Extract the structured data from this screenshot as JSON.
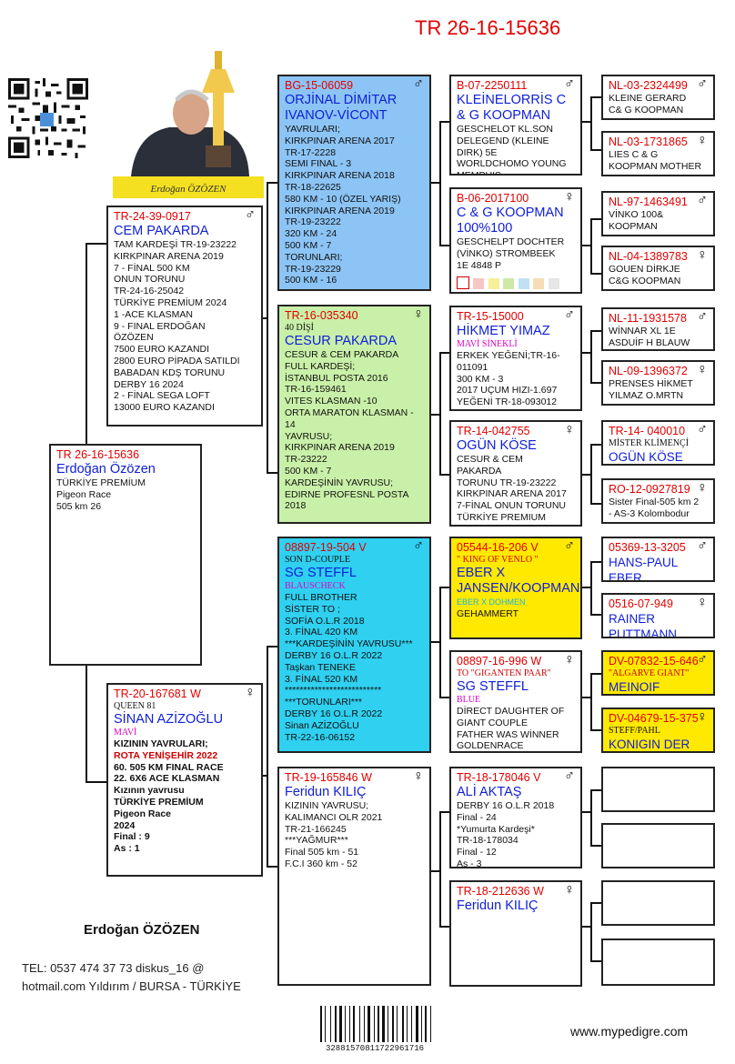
{
  "header": {
    "ring": "TR 26-16-15636"
  },
  "breeder": {
    "name": "Erdoğan ÖZÖZEN",
    "photo_caption": "Erdoğan ÖZÖZEN",
    "contact": [
      "TEL: 0537 474 37 73 diskus_16 @",
      "hotmail.com Yıldırım / BURSA - TÜRKİYE"
    ],
    "website": "www.mypedigre.com",
    "barcode": "32881570811722961716"
  },
  "colors": {
    "ring_red": "#e30000",
    "name_blue": "#1020d8",
    "sire_blue_bg": "#8cc4f5",
    "dam_green_bg": "#c9f0a8",
    "cyan_bg": "#2fd0f0",
    "yellow_bg": "#ffe900"
  },
  "icons": {
    "male": "male-symbol",
    "female": "female-symbol"
  },
  "subject": {
    "ring": "TR 26-16-15636",
    "name": "Erdoğan Özözen",
    "details": "TÜRKİYE PREMİUM\n    Pigeon Race\n    505 km     26"
  },
  "sire": {
    "ring": "TR-24-39-0917",
    "sex": "♂",
    "name": "CEM PAKARDA",
    "details": "TAM KARDEŞİ TR-19-23222\nKIRKPINAR ARENA 2019\n7 - FİNAL 500 KM\nONUN TORUNU\nTR-24-16-25042\nTÜRKİYE PREMİUM 2024\n1 -ACE KLASMAN\n9 - FINAL ERDOĞAN\nÖZÖZEN\n7500 EURO KAZANDI\n2800 EURO PİPADA SATILDI\nBABADAN KDŞ TORUNU\nDERBY 16 2024\n2 - FİNAL SEGA LOFT\n13000 EURO KAZANDI"
  },
  "dam": {
    "ring": "TR-20-167681 W",
    "sex": "♀",
    "strain": "QUEEN 81",
    "name": "SİNAN AZİZOĞLU",
    "color": "MAVİ",
    "line1": "KIZININ YAVRULARI;",
    "line2": "ROTA YENİŞEHİR 2022",
    "details": "60.   505 KM FINAL RACE\n22.   6X6 ACE KLASMAN\nKızının yavrusu\nTÜRKİYE PREMİUM\n    Pigeon Race\n        2024\nFinal :   9\nAs :      1"
  },
  "ss": {
    "ring": "BG-15-06059",
    "sex": "♂",
    "name": "ORJİNAL DİMİTAR IVANOV-VİCONT",
    "details": "YAVRULARI;\nKIRKPINAR ARENA 2017\nTR-17-2228\nSEMI FINAL - 3\nKIRKPINAR ARENA 2018\nTR-18-22625\n580 KM  - 10 (ÖZEL YARIŞ)\nKIRKPINAR ARENA 2019\nTR-19-23222\n320 KM  - 24\n500 KM  -  7\nTORUNLARI;\nTR-19-23229\n500 KM  - 16"
  },
  "sd": {
    "ring": "TR-16-035340",
    "sex": "♀",
    "strain": "40 DİŞİ",
    "name": "CESUR PAKARDA",
    "details": "CESUR & CEM PAKARDA\nFULL KARDEŞİ;\nİSTANBUL POSTA 2016\nTR-16-159461\nVITES KLASMAN -10\nORTA MARATON KLASMAN -\n14\nYAVRUSU;\nKIRKPINAR ARENA 2019\nTR-23222\n500 KM   - 7\nKARDEŞİNİN  YAVRUSU;\nEDIRNE PROFESNL POSTA\n2018"
  },
  "ds": {
    "ring": "08897-19-504 V",
    "sex": "♂",
    "strain": "SON D-COUPLE",
    "name": "SG STEFFL",
    "color": "BLAUSCHECK",
    "details": "FULL BROTHER\nSİSTER TO ;\nSOFİA O.L.R  2018\n3. FİNAL  420 KM\n***KARDEŞİNİN YAVRUSU***\nDERBY 16 O.L.R 2022\nTaşkan TENEKE\n3. FİNAL 520 KM\n**************************\n***TORUNLARI***\nDERBY 16 O.L.R 2022\nSinan AZİZOĞLU\nTR-22-16-06152"
  },
  "dd": {
    "ring": "TR-19-165846 W",
    "sex": "♀",
    "name": "Feridun KILIÇ",
    "details": "KIZININ YAVRUSU;\nKALIMANCI OLR 2021\nTR-21-166245\n***YAĞMUR***\nFinal 505 km - 51\nF.C.I 360 km - 52"
  },
  "g3": [
    {
      "ring": "B-07-2250111",
      "sex": "♂",
      "name": "KLEİNELORRİS C & G KOOPMAN",
      "details": "GESCHELOT KL.SON\nDELEGEND (KLEINE\nDIRK) 5E\nWORLDCHOMO YOUNG\nMEMPHIS"
    },
    {
      "ring": "B-06-2017100",
      "sex": "♀",
      "name": "C & G KOOPMAN 100%100",
      "details": "GESCHELPT DOCHTER\n(VİNKO) STROMBEEK\n1E 4848 P\n"
    },
    {
      "ring": "TR-15-15000",
      "sex": "♂",
      "name": "HİKMET YIMAZ",
      "color": "MAVİ SİNEKLİ",
      "details": "ERKEK YEĞENİ;TR-16-\n011091\n300 KM  - 3\n2017 UÇUM HIZI-1.697\nYEĞENİ TR-18-093012"
    },
    {
      "ring": "TR-14-042755",
      "sex": "♀",
      "name": "OGÜN KÖSE",
      "details": "CESUR & CEM\nPAKARDA\nTORUNU TR-19-23222\nKIRKPINAR ARENA 2017\n7-FİNAL ONUN TORUNU\nTÜRKİYE PREMIUM"
    },
    {
      "ring": "05544-16-206 V",
      "sex": "♂",
      "strain": "\" KING OF VENLO \"",
      "name": "EBER X JANSEN/KOOPMAN",
      "color": "EBER X DOHMEN",
      "details": "GEHAMMERT"
    },
    {
      "ring": "08897-16-996 W",
      "sex": "♀",
      "strain": "TO \"GIGANTEN PAAR\"",
      "name": "SG STEFFL",
      "color": "BLUE",
      "details": "DİRECT DAUGHTER OF\nGIANT COUPLE\nFATHER WAS WİNNER\nGOLDENRACE"
    },
    {
      "ring": "TR-18-178046 V",
      "sex": "♂",
      "name": "ALİ AKTAŞ",
      "details": "DERBY 16 O.L.R 2018\nFinal - 24\n*Yumurta Kardeşi*\nTR-18-178034\nFinal - 12\nAs - 3"
    },
    {
      "ring": "TR-18-212636 W",
      "sex": "♀",
      "name": "Feridun KILIÇ",
      "details": ""
    }
  ],
  "g4": [
    {
      "ring": "NL-03-2324499",
      "sex": "♂",
      "name": "",
      "details": "KLEINE GERARD\nC& G KOOPMAN"
    },
    {
      "ring": "NL-03-1731865",
      "sex": "♀",
      "name": "",
      "details": "LIES C & G\nKOOPMAN MOTHER"
    },
    {
      "ring": "NL-97-1463491",
      "sex": "♂",
      "name": "",
      "details": "VİNKO 100&\nKOOPMAN"
    },
    {
      "ring": "NL-04-1389783",
      "sex": "♀",
      "name": "",
      "details": "GOUEN DİRKJE\nC&G KOOPMAN"
    },
    {
      "ring": "NL-11-1931578",
      "sex": "♂",
      "name": "",
      "details": "WİNNAR XL 1E\nASDUİF H BLAUW"
    },
    {
      "ring": "NL-09-1396372",
      "sex": "♀",
      "name": "",
      "details": "PRENSES HİKMET\nYILMAZ O.MRTN"
    },
    {
      "ring": "TR-14- 040010",
      "sex": "♂",
      "name": "OGÜN KÖSE",
      "strain": "MİSTER KLİMENÇİ",
      "details": ""
    },
    {
      "ring": "RO-12-0927819",
      "sex": "♀",
      "name": "",
      "details": "Sister Final-505 km 2\n- AS-3 Kolombodur"
    },
    {
      "ring": "05369-13-3205",
      "sex": "♂",
      "name": "HANS-PAUL EBER",
      "details": ""
    },
    {
      "ring": "0516-07-949",
      "sex": "♀",
      "name": "RAINER PUTTMANN",
      "details": ""
    },
    {
      "ring": "DV-07832-15-646",
      "sex": "♂",
      "strain": "\"ALGARVE GIANT\"",
      "name": "MEINOIF",
      "details": ""
    },
    {
      "ring": "DV-04679-15-375",
      "sex": "♀",
      "strain": "STEFF/PAHL",
      "name": "KONIGIN DER",
      "details": ""
    },
    {
      "ring": "",
      "sex": "",
      "name": "",
      "details": ""
    },
    {
      "ring": "",
      "sex": "",
      "name": "",
      "details": ""
    },
    {
      "ring": "",
      "sex": "",
      "name": "",
      "details": ""
    },
    {
      "ring": "",
      "sex": "",
      "name": "",
      "details": ""
    }
  ]
}
